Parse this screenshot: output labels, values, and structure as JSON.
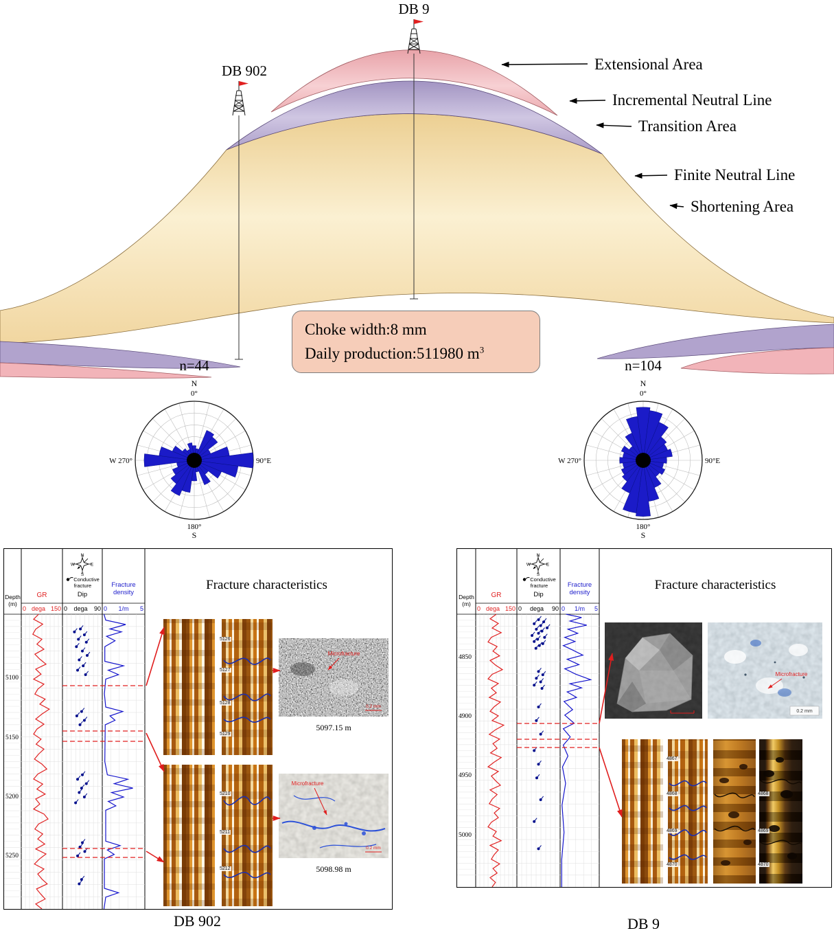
{
  "fold": {
    "well_top": "DB 9",
    "well_left": "DB 902",
    "annotations": [
      "Extensional  Area",
      "Incremental Neutral  Line",
      "Transition  Area",
      "Finite Neutral  Line",
      "Shortening Area"
    ],
    "info": {
      "line1": "Choke width:8 mm",
      "line2": "Daily production:511980 m",
      "sup": "3"
    },
    "colors": {
      "extensional": "#f2b4b9",
      "transition": "#b1a3cd",
      "shortening": "#f7dfae"
    }
  },
  "roses": [
    {
      "title": "n=44",
      "labels": {
        "north": "N",
        "north_deg": "0°",
        "east": "90°E",
        "south_deg": "180°",
        "south": "S",
        "west": "W 270°"
      },
      "values": [
        0.25,
        0.2,
        0.55,
        0.5,
        0.3,
        0.6,
        1.0,
        0.75,
        0.5,
        0.3,
        0.45,
        0.2,
        0.35,
        0.55,
        0.65,
        0.5,
        0.4,
        0.3,
        0.85,
        0.6,
        0.4,
        0.25,
        0.2,
        0.3
      ]
    },
    {
      "title": "n=104",
      "labels": {
        "north": "N",
        "north_deg": "0°",
        "east": "90°E",
        "south_deg": "180°",
        "south": "S",
        "west": "W 270°"
      },
      "values": [
        0.9,
        0.85,
        0.7,
        0.5,
        0.45,
        0.5,
        0.4,
        0.35,
        0.4,
        0.35,
        0.5,
        0.7,
        0.95,
        0.9,
        0.6,
        0.45,
        0.4,
        0.35,
        0.4,
        0.35,
        0.4,
        0.3,
        0.5,
        0.75
      ]
    }
  ],
  "logs": [
    {
      "caption": "DB 902",
      "header": {
        "depth": "Depth",
        "depth_unit": "(m)",
        "gr_label": "GR",
        "gr_min": "0",
        "gr_unit": "dega",
        "gr_max": "150",
        "dip_line1": "Conductive",
        "dip_line2": "fracture",
        "dip_label": "Dip",
        "dip_min": "0",
        "dip_unit": "dega",
        "dip_max": "90",
        "den_line1": "Fracture",
        "den_line2": "density",
        "den_min": "0",
        "den_unit": "1/m",
        "den_max": "5",
        "fc": "Fracture characteristics",
        "compass_n": "N",
        "compass_w": "W",
        "compass_e": "E",
        "compass_s": "S"
      },
      "depth_ticks": [
        {
          "label": "5100",
          "f": 0.214
        },
        {
          "label": "5150",
          "f": 0.417
        },
        {
          "label": "5200",
          "f": 0.618
        },
        {
          "label": "5250",
          "f": 0.818
        }
      ],
      "gr_values": [
        0.42,
        0.3,
        0.52,
        0.35,
        0.28,
        0.5,
        0.38,
        0.55,
        0.33,
        0.45,
        0.6,
        0.35,
        0.48,
        0.3,
        0.55,
        0.4,
        0.33,
        0.58,
        0.45,
        0.68,
        0.5,
        0.35,
        0.55,
        0.38,
        0.3,
        0.48,
        0.36,
        0.55,
        0.42,
        0.32,
        0.5,
        0.62,
        0.4,
        0.3,
        0.52,
        0.38,
        0.58,
        0.35,
        0.45,
        0.3,
        0.55,
        0.65,
        0.42,
        0.33,
        0.52,
        0.4,
        0.57,
        0.35,
        0.6,
        0.44,
        0.32,
        0.55,
        0.4,
        0.5,
        0.63,
        0.37,
        0.47,
        0.58,
        0.35,
        0.5
      ],
      "density_points": [
        [
          0,
          0.04
        ],
        [
          0.02,
          0.08
        ],
        [
          0.035,
          0.55
        ],
        [
          0.05,
          0.18
        ],
        [
          0.06,
          0.45
        ],
        [
          0.075,
          0.1
        ],
        [
          0.09,
          0.3
        ],
        [
          0.11,
          0.06
        ],
        [
          0.16,
          0.06
        ],
        [
          0.175,
          0.5
        ],
        [
          0.19,
          0.14
        ],
        [
          0.205,
          0.38
        ],
        [
          0.22,
          0.08
        ],
        [
          0.27,
          0.05
        ],
        [
          0.315,
          0.08
        ],
        [
          0.33,
          0.48
        ],
        [
          0.345,
          0.18
        ],
        [
          0.36,
          0.3
        ],
        [
          0.375,
          0.07
        ],
        [
          0.5,
          0.06
        ],
        [
          0.545,
          0.12
        ],
        [
          0.56,
          0.6
        ],
        [
          0.575,
          0.28
        ],
        [
          0.59,
          0.72
        ],
        [
          0.605,
          0.22
        ],
        [
          0.62,
          0.5
        ],
        [
          0.635,
          0.14
        ],
        [
          0.65,
          0.32
        ],
        [
          0.665,
          0.08
        ],
        [
          0.77,
          0.08
        ],
        [
          0.785,
          0.42
        ],
        [
          0.8,
          0.12
        ],
        [
          0.815,
          0.28
        ],
        [
          0.83,
          0.05
        ],
        [
          0.93,
          0.05
        ],
        [
          0.945,
          0.38
        ],
        [
          0.96,
          0.08
        ],
        [
          1,
          0.04
        ]
      ],
      "dip_points": [
        [
          0.05,
          0.45
        ],
        [
          0.06,
          0.3
        ],
        [
          0.07,
          0.55
        ],
        [
          0.085,
          0.4
        ],
        [
          0.095,
          0.6
        ],
        [
          0.11,
          0.35
        ],
        [
          0.125,
          0.5
        ],
        [
          0.14,
          0.62
        ],
        [
          0.155,
          0.42
        ],
        [
          0.175,
          0.52
        ],
        [
          0.19,
          0.38
        ],
        [
          0.205,
          0.58
        ],
        [
          0.33,
          0.48
        ],
        [
          0.345,
          0.36
        ],
        [
          0.36,
          0.55
        ],
        [
          0.375,
          0.44
        ],
        [
          0.545,
          0.5
        ],
        [
          0.56,
          0.38
        ],
        [
          0.575,
          0.6
        ],
        [
          0.59,
          0.48
        ],
        [
          0.605,
          0.42
        ],
        [
          0.62,
          0.55
        ],
        [
          0.64,
          0.33
        ],
        [
          0.775,
          0.5
        ],
        [
          0.79,
          0.44
        ],
        [
          0.805,
          0.56
        ],
        [
          0.82,
          0.38
        ],
        [
          0.9,
          0.48
        ],
        [
          0.915,
          0.42
        ]
      ],
      "fmi_sets": [
        [
          {
            "t": "5126",
            "f": 0.15
          },
          {
            "t": "5127",
            "f": 0.38
          },
          {
            "t": "5128",
            "f": 0.62
          },
          {
            "t": "5129",
            "f": 0.85
          }
        ],
        [
          {
            "t": "5210",
            "f": 0.21
          },
          {
            "t": "5211",
            "f": 0.48
          },
          {
            "t": "5212",
            "f": 0.74
          }
        ]
      ],
      "photos": [
        {
          "caption": "5097.15 m",
          "annotation": "Microfracture",
          "scale": "0.2 mm"
        },
        {
          "caption": "5098.98 m",
          "annotation": "Microfracture",
          "scale": "0.2 mm"
        }
      ]
    },
    {
      "caption": "DB 9",
      "header": {
        "depth": "Depth",
        "depth_unit": "(m)",
        "gr_label": "GR",
        "gr_min": "0",
        "gr_unit": "dega",
        "gr_max": "150",
        "dip_line1": "Conductive",
        "dip_line2": "fracture",
        "dip_label": "Dip",
        "dip_min": "0",
        "dip_unit": "dega",
        "dip_max": "90",
        "den_line1": "Fracture",
        "den_line2": "density",
        "den_min": "0",
        "den_unit": "1/m",
        "den_max": "5",
        "fc": "Fracture characteristics",
        "compass_n": "N",
        "compass_w": "W",
        "compass_e": "E",
        "compass_s": "S"
      },
      "depth_ticks": [
        {
          "label": "4850",
          "f": 0.156
        },
        {
          "label": "4900",
          "f": 0.373
        },
        {
          "label": "4950",
          "f": 0.589
        },
        {
          "label": "5000",
          "f": 0.808
        }
      ],
      "gr_values": [
        0.5,
        0.35,
        0.55,
        0.4,
        0.62,
        0.38,
        0.3,
        0.52,
        0.42,
        0.58,
        0.35,
        0.48,
        0.65,
        0.4,
        0.3,
        0.55,
        0.38,
        0.5,
        0.33,
        0.6,
        0.45,
        0.35,
        0.55,
        0.4,
        0.68,
        0.48,
        0.33,
        0.58,
        0.42,
        0.52,
        0.36,
        0.62,
        0.45,
        0.3,
        0.55,
        0.38,
        0.48,
        0.6,
        0.35,
        0.52,
        0.4,
        0.33,
        0.58,
        0.45,
        0.55,
        0.38,
        0.3,
        0.5,
        0.42,
        0.62,
        0.35,
        0.55,
        0.45,
        0.38,
        0.58,
        0.42,
        0.52,
        0.35,
        0.48,
        0.4
      ],
      "density_points": [
        [
          0,
          0.15
        ],
        [
          0.012,
          0.55
        ],
        [
          0.025,
          0.25
        ],
        [
          0.04,
          0.68
        ],
        [
          0.055,
          0.2
        ],
        [
          0.07,
          0.45
        ],
        [
          0.085,
          0.12
        ],
        [
          0.1,
          0.38
        ],
        [
          0.115,
          0.08
        ],
        [
          0.13,
          0.3
        ],
        [
          0.15,
          0.58
        ],
        [
          0.165,
          0.18
        ],
        [
          0.185,
          0.48
        ],
        [
          0.2,
          0.12
        ],
        [
          0.22,
          0.4
        ],
        [
          0.24,
          0.78
        ],
        [
          0.255,
          0.25
        ],
        [
          0.27,
          0.55
        ],
        [
          0.285,
          0.18
        ],
        [
          0.305,
          0.42
        ],
        [
          0.32,
          0.1
        ],
        [
          0.35,
          0.32
        ],
        [
          0.37,
          0.12
        ],
        [
          0.4,
          0.36
        ],
        [
          0.42,
          0.08
        ],
        [
          0.45,
          0.26
        ],
        [
          0.48,
          0.08
        ],
        [
          0.52,
          0.2
        ],
        [
          0.56,
          0.06
        ],
        [
          0.62,
          0.14
        ],
        [
          0.7,
          0.05
        ],
        [
          0.8,
          0.1
        ],
        [
          0.9,
          0.04
        ],
        [
          1,
          0.04
        ]
      ],
      "dip_points": [
        [
          0.02,
          0.5
        ],
        [
          0.028,
          0.62
        ],
        [
          0.035,
          0.4
        ],
        [
          0.042,
          0.55
        ],
        [
          0.05,
          0.7
        ],
        [
          0.055,
          0.45
        ],
        [
          0.062,
          0.58
        ],
        [
          0.07,
          0.5
        ],
        [
          0.078,
          0.35
        ],
        [
          0.085,
          0.64
        ],
        [
          0.092,
          0.48
        ],
        [
          0.1,
          0.4
        ],
        [
          0.108,
          0.6
        ],
        [
          0.115,
          0.52
        ],
        [
          0.125,
          0.44
        ],
        [
          0.21,
          0.5
        ],
        [
          0.222,
          0.6
        ],
        [
          0.235,
          0.45
        ],
        [
          0.248,
          0.55
        ],
        [
          0.26,
          0.4
        ],
        [
          0.272,
          0.58
        ],
        [
          0.34,
          0.5
        ],
        [
          0.39,
          0.45
        ],
        [
          0.44,
          0.55
        ],
        [
          0.5,
          0.4
        ],
        [
          0.55,
          0.5
        ],
        [
          0.6,
          0.46
        ],
        [
          0.68,
          0.55
        ],
        [
          0.76,
          0.4
        ],
        [
          0.86,
          0.5
        ]
      ],
      "fmi_sets": [
        [
          {
            "t": "4867",
            "f": 0.14
          },
          {
            "t": "4868",
            "f": 0.38
          },
          {
            "t": "4869",
            "f": 0.64
          },
          {
            "t": "4870",
            "f": 0.87
          }
        ],
        [
          {
            "t": "4868",
            "f": 0.38
          },
          {
            "t": "4869",
            "f": 0.64
          },
          {
            "t": "4870",
            "f": 0.87
          }
        ]
      ],
      "photos": [
        {
          "annotation": "Microfracture",
          "scale": "0.2 mm"
        }
      ]
    }
  ]
}
